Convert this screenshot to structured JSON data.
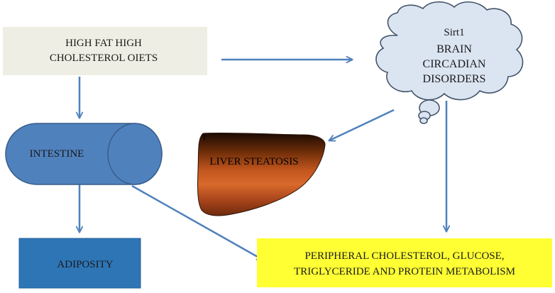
{
  "diagram": {
    "diets_box": {
      "lines": [
        "HIGH FAT HIGH",
        "CHOLESTEROL OIETS"
      ]
    },
    "sirt1_cloud": {
      "lines": [
        "Sirt1",
        "BRAIN",
        "CIRCADIAN",
        "DISORDERS"
      ]
    },
    "intestine": {
      "label": "INTESTINE"
    },
    "liver": {
      "label": "LIVER STEATOSIS"
    },
    "adiposity": {
      "label": "ADIPOSITY"
    },
    "metabolism_box": {
      "lines": [
        "PERIPHERAL CHOLESTEROL, GLUCOSE,",
        "TRIGLYCERIDE AND PROTEIN METABOLISM"
      ]
    },
    "colors": {
      "diets_fill": "#eeeee4",
      "cloud_fill": "#dbe4f1",
      "cloud_stroke": "#44546a",
      "intestine_fill": "#4f81bd",
      "intestine_stroke": "#385d8a",
      "adiposity_fill": "#2e75b6",
      "metabolism_fill": "#ffff33",
      "arrow": "#4f81bd"
    }
  }
}
